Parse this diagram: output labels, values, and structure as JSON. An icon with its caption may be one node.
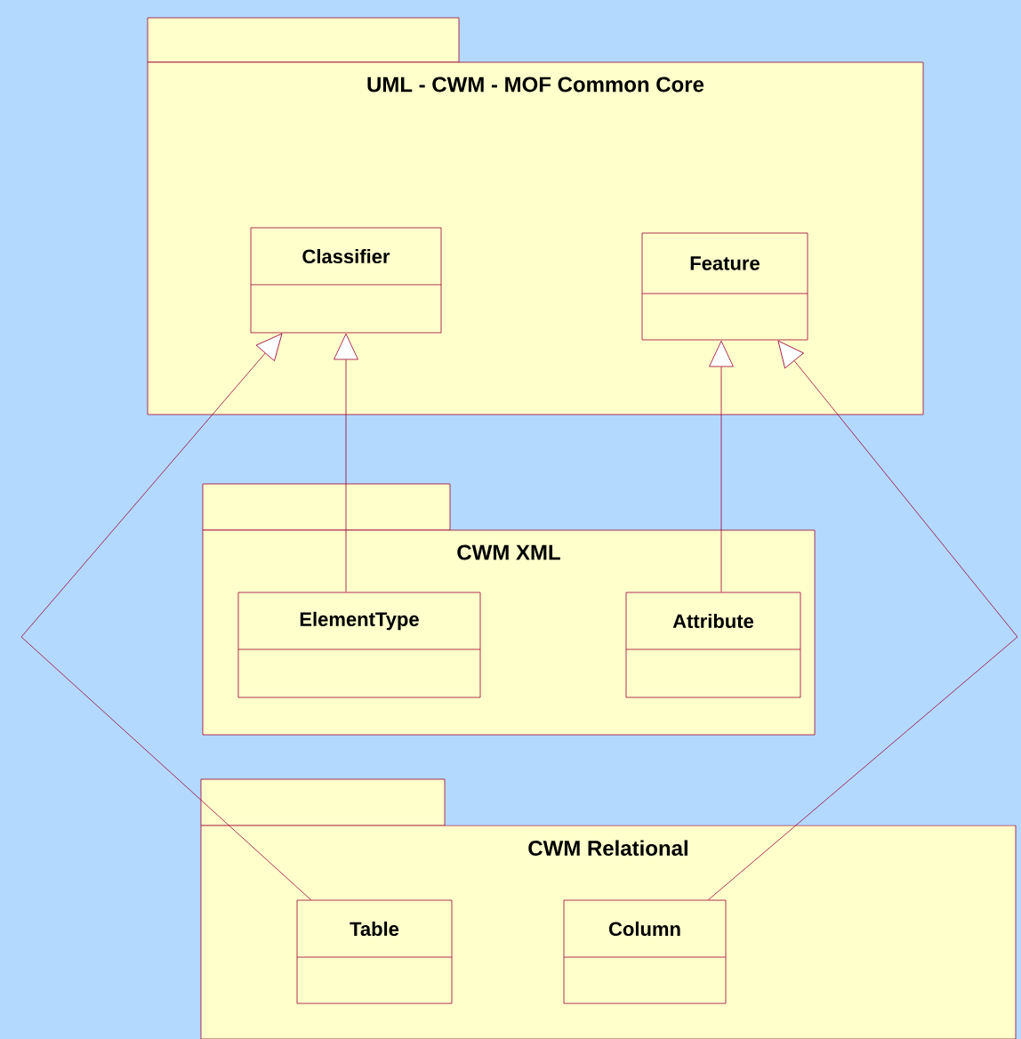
{
  "diagram": {
    "nodes": [
      {
        "text": [
          "UML - CWM - MOF Common Core"
        ]
      },
      {
        "text": [
          "Classifier"
        ],
        "in": 0
      },
      {
        "text": [
          "Feature"
        ],
        "in": 0
      },
      {
        "text": [
          "CWM XML"
        ]
      },
      {
        "text": [
          "ElementType"
        ],
        "in": 3
      },
      {
        "text": [
          "Attribute"
        ],
        "in": 3
      },
      {
        "text": [
          "CWM Relational"
        ]
      },
      {
        "text": [
          "Table"
        ],
        "in": 6
      },
      {
        "text": [
          "Column"
        ],
        "in": 6
      }
    ],
    "edges": [
      {
        "from": 4,
        "to": 1,
        "arrow": "to"
      },
      {
        "from": 5,
        "to": 2,
        "arrow": "to"
      },
      {
        "from": 7,
        "to": 1,
        "arrow": "to"
      },
      {
        "from": 8,
        "to": 2,
        "arrow": "to"
      }
    ]
  }
}
